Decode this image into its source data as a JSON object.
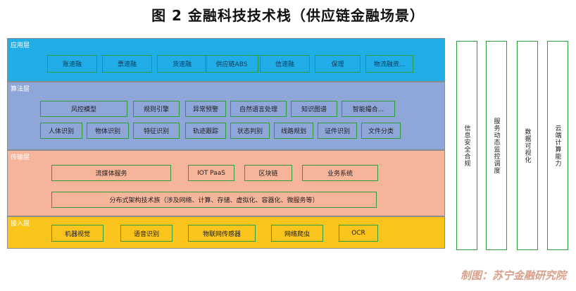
{
  "title": "图 2 金融科技技术栈（供应链金融场景）",
  "layers": {
    "application": {
      "label": "应用层",
      "items": [
        "账速融",
        "票速融",
        "货速融",
        "供应链ABS",
        "信速融",
        "保理",
        "物流融资..."
      ]
    },
    "algorithm": {
      "label": "算法层",
      "row1": [
        "风控模型",
        "规则引擎",
        "异常预警",
        "自然语言处理",
        "知识图谱",
        "智能撮合..."
      ],
      "row2": [
        "人体识别",
        "物体识别",
        "特征识别",
        "轨迹跟踪",
        "状态判别",
        "线路规划",
        "证件识别",
        "文件分类"
      ]
    },
    "transport": {
      "label": "传输层",
      "row1": [
        "流媒体服务",
        "IOT PaaS",
        "区块链",
        "业务系统"
      ],
      "wide": "分布式架构技术族（涉及网络、计算、存储、虚拟化、容器化、微服务等）"
    },
    "access": {
      "label": "接入层",
      "items": [
        "机器视觉",
        "语音识别",
        "物联网传感器",
        "网络爬虫",
        "OCR"
      ]
    }
  },
  "side_columns": [
    "信息安全合规",
    "服务动态监控调度",
    "数据可视化",
    "云端计算能力"
  ],
  "source": "制图：苏宁金融研究院",
  "colors": {
    "application": "#21aee8",
    "algorithm": "#8ea6d8",
    "transport": "#f6b49a",
    "access": "#f9c41b",
    "box_border": "#2e9e3a"
  }
}
